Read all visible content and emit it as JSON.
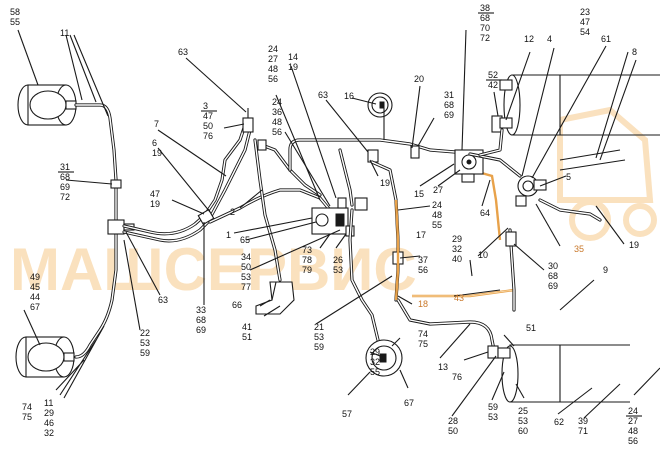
{
  "watermark": "МАШСЕРВИС",
  "colors": {
    "line": "#1a1a1a",
    "highlight": "#e8a24a",
    "watermark": "#f6c98a"
  },
  "callouts": [
    {
      "id": "c-58",
      "lines": [
        "58",
        "55"
      ]
    },
    {
      "id": "c-11-top",
      "lines": [
        "11"
      ]
    },
    {
      "id": "c-31",
      "lines": [
        "31",
        "68",
        "69",
        "72"
      ]
    },
    {
      "id": "c-49",
      "lines": [
        "49",
        "45",
        "44",
        "67"
      ]
    },
    {
      "id": "c-74-left",
      "lines": [
        "74",
        "75"
      ]
    },
    {
      "id": "c-11-bot",
      "lines": [
        "11",
        "29",
        "46",
        "32"
      ]
    },
    {
      "id": "c-22",
      "lines": [
        "22",
        "53",
        "59"
      ]
    },
    {
      "id": "c-63-left",
      "lines": [
        "63"
      ]
    },
    {
      "id": "c-7",
      "lines": [
        "7"
      ]
    },
    {
      "id": "c-6",
      "lines": [
        "6",
        "19"
      ]
    },
    {
      "id": "c-47-19",
      "lines": [
        "47",
        "19"
      ]
    },
    {
      "id": "c-33",
      "lines": [
        "33",
        "68",
        "69"
      ]
    },
    {
      "id": "c-63-top",
      "lines": [
        "63"
      ]
    },
    {
      "id": "c-3",
      "lines": [
        "3",
        "47",
        "50",
        "76"
      ]
    },
    {
      "id": "c-2",
      "lines": [
        "2"
      ]
    },
    {
      "id": "c-1",
      "lines": [
        "1"
      ]
    },
    {
      "id": "c-24a",
      "lines": [
        "24",
        "27",
        "48",
        "56"
      ]
    },
    {
      "id": "c-14",
      "lines": [
        "14",
        "19"
      ]
    },
    {
      "id": "c-24b",
      "lines": [
        "24",
        "36",
        "48",
        "56"
      ]
    },
    {
      "id": "c-65",
      "lines": [
        "65"
      ]
    },
    {
      "id": "c-34",
      "lines": [
        "34",
        "50",
        "53",
        "77"
      ]
    },
    {
      "id": "c-73",
      "lines": [
        "73",
        "78",
        "79"
      ]
    },
    {
      "id": "c-26",
      "lines": [
        "26",
        "53"
      ]
    },
    {
      "id": "c-66",
      "lines": [
        "66"
      ]
    },
    {
      "id": "c-41",
      "lines": [
        "41",
        "51"
      ]
    },
    {
      "id": "c-63-mid",
      "lines": [
        "63"
      ]
    },
    {
      "id": "c-16",
      "lines": [
        "16"
      ]
    },
    {
      "id": "c-20",
      "lines": [
        "20"
      ]
    },
    {
      "id": "c-31-mid",
      "lines": [
        "31",
        "68",
        "69"
      ]
    },
    {
      "id": "c-19-mid",
      "lines": [
        "19"
      ]
    },
    {
      "id": "c-15",
      "lines": [
        "15"
      ]
    },
    {
      "id": "c-27",
      "lines": [
        "27"
      ]
    },
    {
      "id": "c-24c",
      "lines": [
        "24",
        "48",
        "55"
      ]
    },
    {
      "id": "c-17",
      "lines": [
        "17"
      ]
    },
    {
      "id": "c-37",
      "lines": [
        "37",
        "56"
      ]
    },
    {
      "id": "c-18",
      "lines": [
        "18"
      ],
      "orange": true
    },
    {
      "id": "c-43",
      "lines": [
        "43"
      ],
      "orange": true
    },
    {
      "id": "c-21",
      "lines": [
        "21",
        "53",
        "59"
      ]
    },
    {
      "id": "c-74-mid",
      "lines": [
        "74",
        "75"
      ]
    },
    {
      "id": "c-29",
      "lines": [
        "29",
        "32",
        "55"
      ]
    },
    {
      "id": "c-57",
      "lines": [
        "57"
      ]
    },
    {
      "id": "c-67",
      "lines": [
        "67"
      ]
    },
    {
      "id": "c-13",
      "lines": [
        "13"
      ]
    },
    {
      "id": "c-76",
      "lines": [
        "76"
      ]
    },
    {
      "id": "c-51",
      "lines": [
        "51"
      ]
    },
    {
      "id": "c-28",
      "lines": [
        "28",
        "50"
      ]
    },
    {
      "id": "c-59",
      "lines": [
        "59",
        "53"
      ]
    },
    {
      "id": "c-25",
      "lines": [
        "25",
        "53",
        "60"
      ]
    },
    {
      "id": "c-62",
      "lines": [
        "62"
      ]
    },
    {
      "id": "c-39",
      "lines": [
        "39",
        "71"
      ]
    },
    {
      "id": "c-24d",
      "lines": [
        "24",
        "27",
        "48",
        "56"
      ]
    },
    {
      "id": "c-38",
      "lines": [
        "38",
        "68",
        "70",
        "72"
      ]
    },
    {
      "id": "c-52",
      "lines": [
        "52",
        "42"
      ]
    },
    {
      "id": "c-12",
      "lines": [
        "12"
      ]
    },
    {
      "id": "c-4",
      "lines": [
        "4"
      ]
    },
    {
      "id": "c-23",
      "lines": [
        "23",
        "47",
        "54"
      ]
    },
    {
      "id": "c-61",
      "lines": [
        "61"
      ]
    },
    {
      "id": "c-8",
      "lines": [
        "8"
      ]
    },
    {
      "id": "c-5",
      "lines": [
        "5"
      ]
    },
    {
      "id": "c-64",
      "lines": [
        "64"
      ]
    },
    {
      "id": "c-35",
      "lines": [
        "35"
      ],
      "orange": true
    },
    {
      "id": "c-19-right",
      "lines": [
        "19"
      ]
    },
    {
      "id": "c-10",
      "lines": [
        "10"
      ]
    },
    {
      "id": "c-29b",
      "lines": [
        "29",
        "32",
        "40"
      ]
    },
    {
      "id": "c-30",
      "lines": [
        "30",
        "68",
        "69"
      ]
    },
    {
      "id": "c-9",
      "lines": [
        "9"
      ]
    }
  ]
}
